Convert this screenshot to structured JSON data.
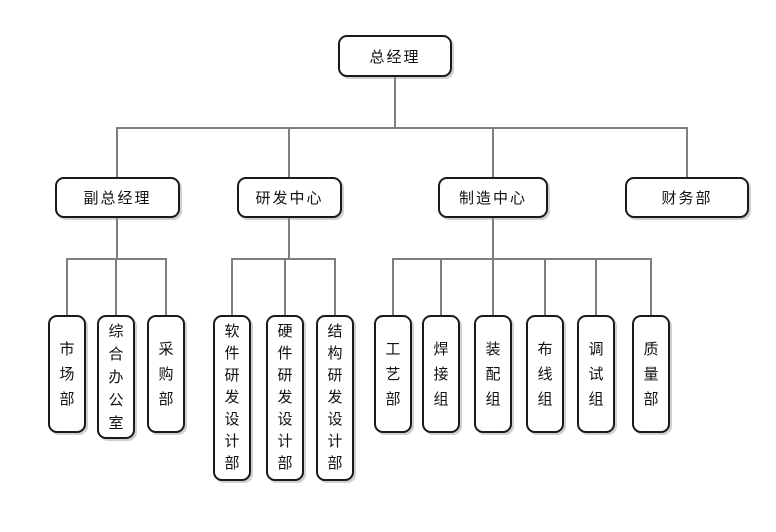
{
  "org_chart": {
    "root": {
      "label": "总经理"
    },
    "level2": [
      {
        "label": "副总经理"
      },
      {
        "label": "研发中心"
      },
      {
        "label": "制造中心"
      },
      {
        "label": "财务部"
      }
    ],
    "deputy_children": [
      {
        "label": "市场部"
      },
      {
        "label": "综合办公室"
      },
      {
        "label": "采购部"
      }
    ],
    "rnd_children": [
      {
        "label": "软件研发设计部"
      },
      {
        "label": "硬件研发设计部"
      },
      {
        "label": "结构研发设计部"
      }
    ],
    "mfg_children": [
      {
        "label": "工艺部"
      },
      {
        "label": "焊接组"
      },
      {
        "label": "装配组"
      },
      {
        "label": "布线组"
      },
      {
        "label": "调试组"
      },
      {
        "label": "质量部"
      }
    ],
    "colors": {
      "connector": "#7f7f7f",
      "node_border": "#1a1a1a",
      "node_fill": "#ffffff",
      "background": "#ffffff"
    }
  }
}
